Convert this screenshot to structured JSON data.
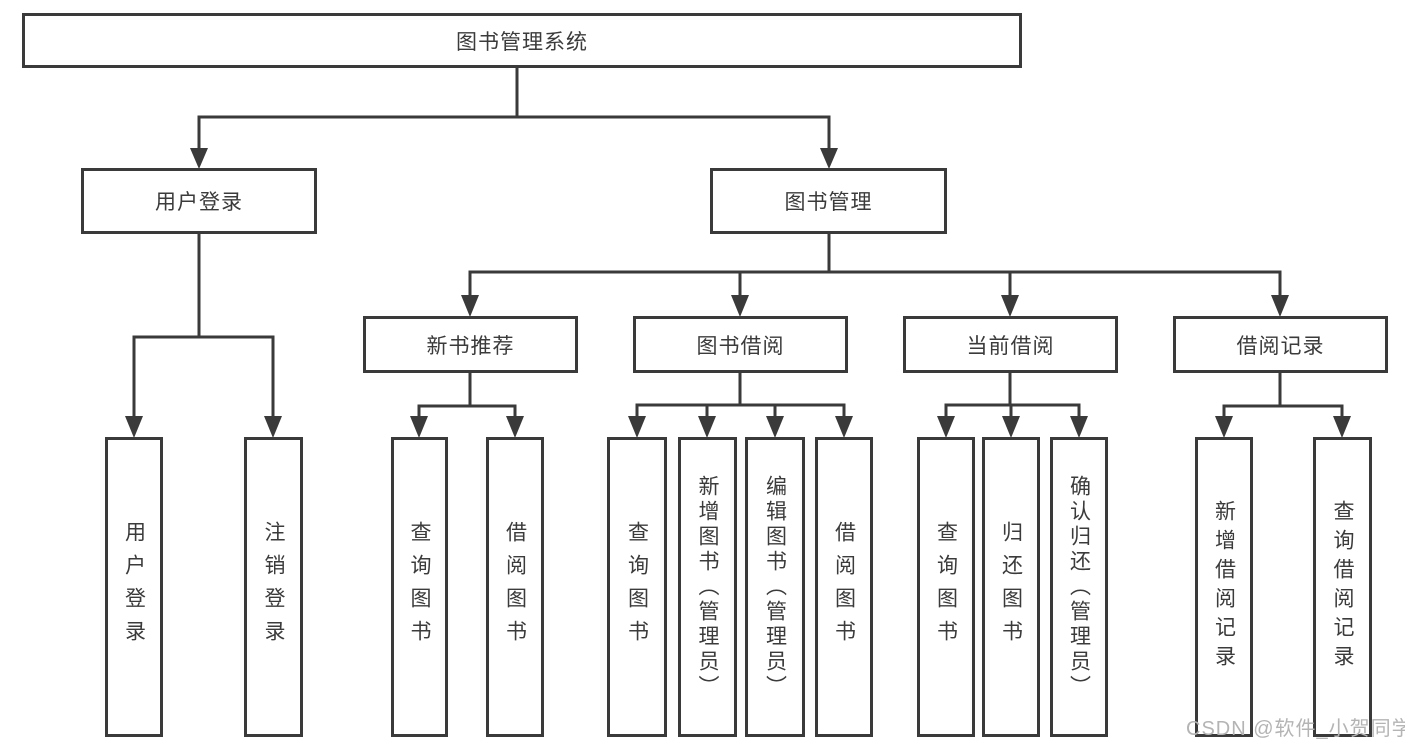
{
  "diagram": {
    "root": {
      "label": "图书管理系统"
    },
    "level2": [
      {
        "label": "用户登录",
        "children": [
          {
            "label": "用户登录"
          },
          {
            "label": "注销登录"
          }
        ]
      },
      {
        "label": "图书管理",
        "children": [
          {
            "label": "新书推荐",
            "children": [
              {
                "label": "查询图书"
              },
              {
                "label": "借阅图书"
              }
            ]
          },
          {
            "label": "图书借阅",
            "children": [
              {
                "label": "查询图书"
              },
              {
                "label": "新增图书（管理员）"
              },
              {
                "label": "编辑图书（管理员）"
              },
              {
                "label": "借阅图书"
              }
            ]
          },
          {
            "label": "当前借阅",
            "children": [
              {
                "label": "查询图书"
              },
              {
                "label": "归还图书"
              },
              {
                "label": "确认归还（管理员）"
              }
            ]
          },
          {
            "label": "借阅记录",
            "children": [
              {
                "label": "新增借阅记录"
              },
              {
                "label": "查询借阅记录"
              }
            ]
          }
        ]
      }
    ]
  },
  "watermark": {
    "text": "CSDN @软件_小贺同学"
  },
  "colors": {
    "line": "#3a3a3a",
    "text": "#3b3b3b",
    "watermark": "#b4b4b4",
    "background": "#ffffff"
  }
}
